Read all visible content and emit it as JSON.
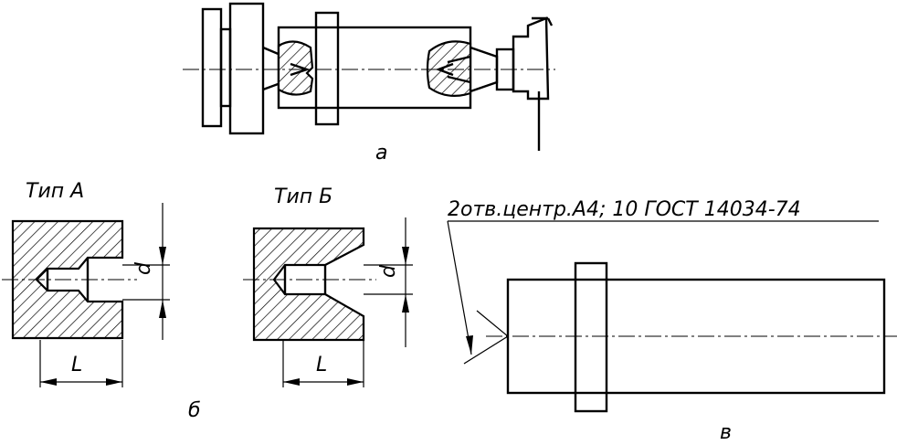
{
  "labels": {
    "view_a": "а",
    "view_b": "б",
    "view_v": "в",
    "type_a": "Тип А",
    "type_b": "Тип Б",
    "dim_d_a": "d",
    "dim_d_b": "d",
    "dim_L_a": "L",
    "dim_L_b": "L",
    "callout": "2отв.центр.А4; 10 ГОСТ 14034-74"
  }
}
